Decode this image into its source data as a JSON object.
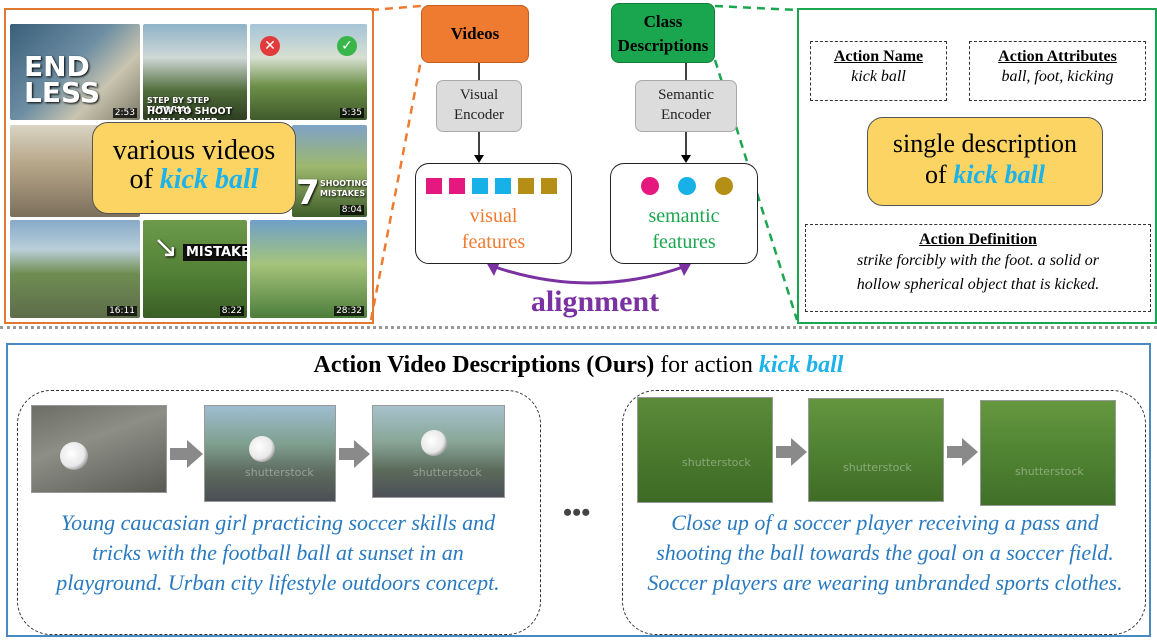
{
  "video_grid": {
    "thumbnails": [
      {
        "text": "END\nLESS",
        "duration": "2:53"
      },
      {
        "text": "STEP BY STEP TUTORIAL\nHOW TO SHOOT WITH POWER",
        "duration": ""
      },
      {
        "text": "",
        "duration": "5:35"
      },
      {
        "text": "",
        "duration": ""
      },
      {
        "text": "7 SHOOTING MISTAKES",
        "duration": "8:04"
      },
      {
        "text": "",
        "duration": "16:11"
      },
      {
        "text": "MISTAKES",
        "duration": "8:22"
      },
      {
        "text": "",
        "duration": "28:32"
      }
    ],
    "caption_line1": "various videos",
    "caption_line2_prefix": "of ",
    "caption_action": "kick ball"
  },
  "videos_header": "Videos",
  "class_header_line1": "Class",
  "class_header_line2": "Descriptions",
  "visual_encoder": {
    "line1": "Visual",
    "line2": "Encoder"
  },
  "semantic_encoder": {
    "line1": "Semantic",
    "line2": "Encoder"
  },
  "visual_features": {
    "line1": "visual",
    "line2": "features",
    "colors": [
      "#e4187f",
      "#e4187f",
      "#17b1e8",
      "#17b1e8",
      "#b58e16",
      "#b58e16"
    ]
  },
  "semantic_features": {
    "line1": "semantic",
    "line2": "features",
    "colors": [
      "#e4187f",
      "#17b1e8",
      "#b58e16"
    ]
  },
  "alignment_label": "alignment",
  "action_name": {
    "heading": "Action Name",
    "value": "kick ball"
  },
  "action_attributes": {
    "heading": "Action Attributes",
    "value": "ball, foot, kicking"
  },
  "single_description": {
    "line1": "single description",
    "line2_prefix": "of ",
    "action": "kick ball"
  },
  "action_definition": {
    "heading": "Action Definition",
    "line1": "strike forcibly with the foot. a solid or",
    "line2": "hollow spherical object that is kicked."
  },
  "bottom": {
    "title_bold": "Action Video Descriptions (Ours)",
    "title_mid": " for action ",
    "title_action": "kick ball",
    "ellipsis": "•••",
    "left_caption": "Young caucasian girl practicing soccer skills and tricks with the football ball at sunset in an playground. Urban city lifestyle outdoors concept.",
    "right_caption": "Close up of a soccer player receiving a pass and shooting the ball towards the goal on a soccer field. Soccer players are wearing unbranded sports clothes.",
    "watermark": "shutterstock"
  },
  "colors": {
    "videos_orange": "#ee7b30",
    "class_green": "#1aa64e",
    "highlight_yellow": "#fbd464",
    "action_cyan": "#1cb3ea",
    "alignment_purple": "#7a31a1",
    "caption_blue": "#2a7ac0"
  }
}
